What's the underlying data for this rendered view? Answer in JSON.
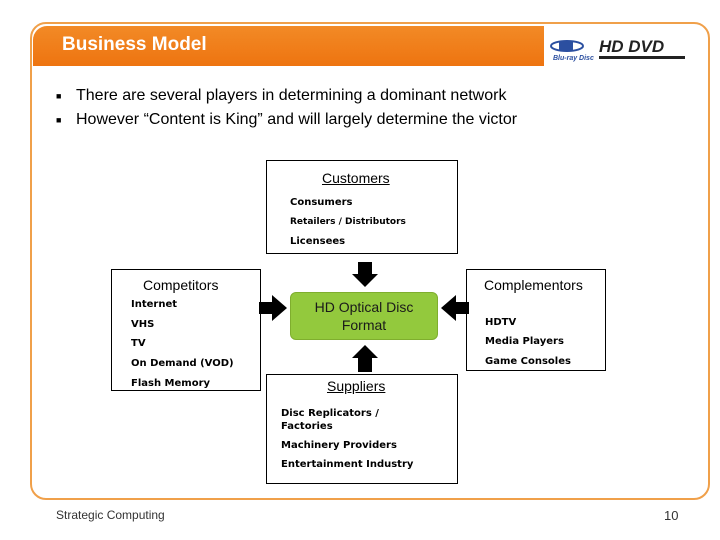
{
  "header": {
    "title": "Business Model",
    "logos": [
      "Blu-ray Disc",
      "HD DVD"
    ]
  },
  "bullets": [
    "There are several players in determining a dominant network",
    "However “Content is King” and will largely determine the victor"
  ],
  "diagram": {
    "customers": {
      "title": "Customers",
      "items": [
        "Consumers",
        "Retailers / Distributors",
        "Licensees"
      ]
    },
    "competitors": {
      "title": "Competitors",
      "items": [
        "Internet",
        "VHS",
        "TV",
        "On Demand (VOD)",
        "Flash Memory"
      ]
    },
    "complementors": {
      "title": "Complementors",
      "items": [
        "HDTV",
        "Media Players",
        "Game Consoles"
      ]
    },
    "center": "HD Optical Disc Format",
    "suppliers": {
      "title": "Suppliers",
      "items": [
        "Disc Replicators / Factories",
        "Machinery Providers",
        "Entertainment Industry"
      ]
    }
  },
  "footer": {
    "left": "Strategic Computing",
    "page": "10"
  },
  "colors": {
    "accent": "#ee7410",
    "frame": "#f0a04a",
    "center_fill": "#93c93d"
  }
}
